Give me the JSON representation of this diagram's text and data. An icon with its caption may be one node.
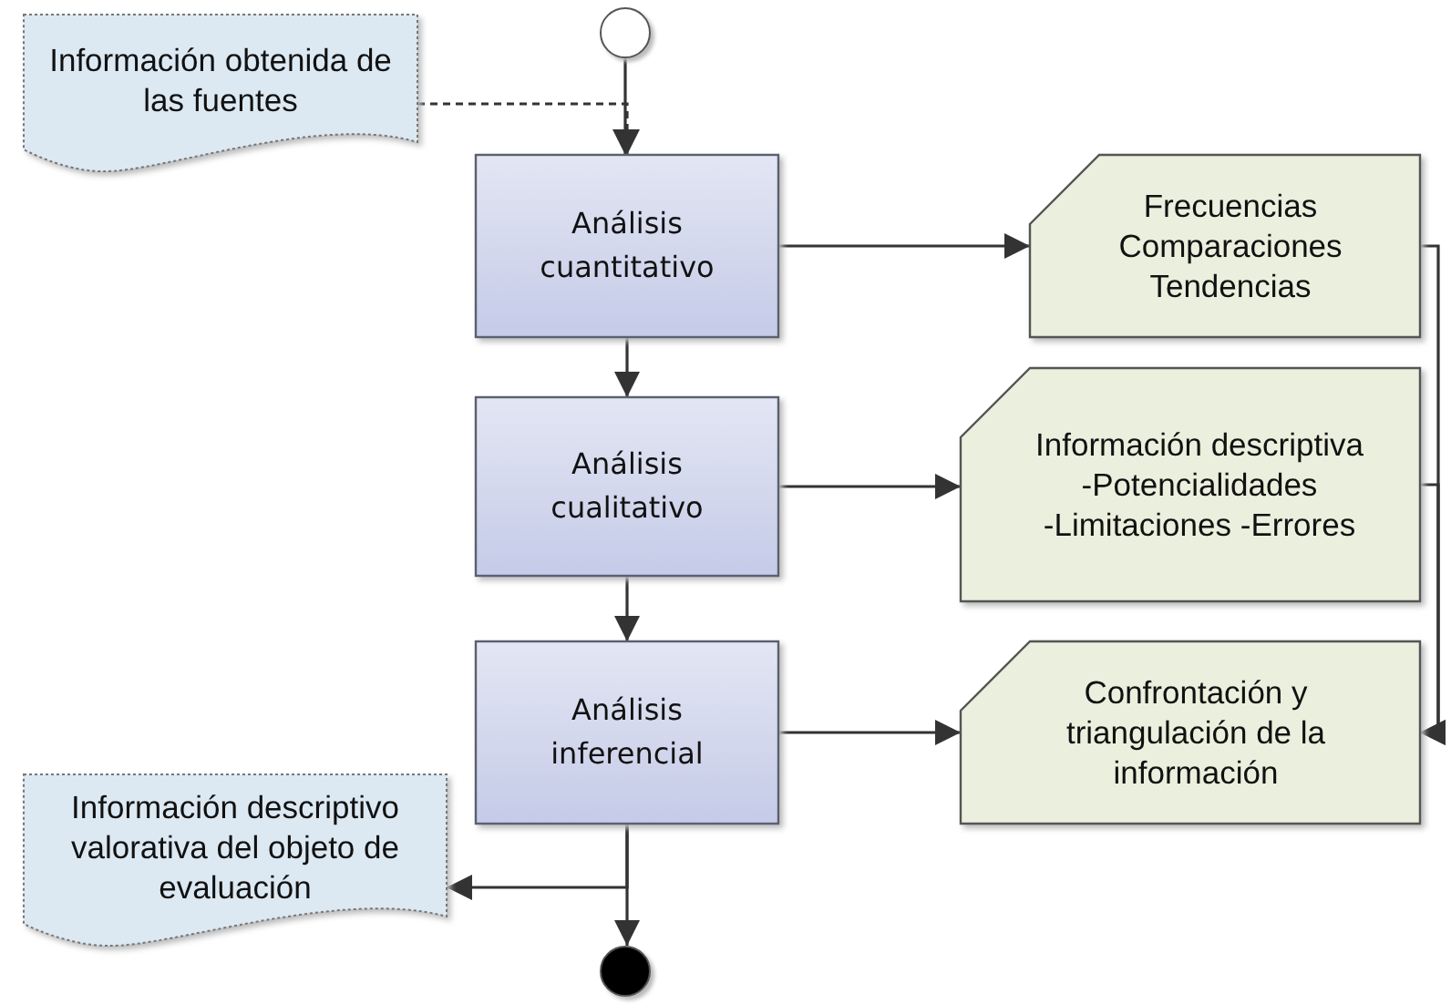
{
  "diagram": {
    "nodes": [
      {
        "text": [],
        "shape": "circle"
      },
      {
        "text": [
          "Información obtenida de las fuentes"
        ]
      },
      {
        "text": [
          "Análisis cuantitativo"
        ]
      },
      {
        "text": [
          "Frecuencias Comparaciones Tendencias"
        ]
      },
      {
        "text": [
          "Análisis cualitativo"
        ]
      },
      {
        "text": [
          "Información descriptiva -Potencialidades -Limitaciones -Errores"
        ]
      },
      {
        "text": [
          "Análisis inferencial"
        ]
      },
      {
        "text": [
          "Confrontación y triangulación de la información"
        ]
      },
      {
        "text": [
          "Información descriptivo valorativa del objeto de evaluación"
        ]
      },
      {
        "text": [],
        "shape": "circle"
      }
    ],
    "edges": [
      {
        "from": 0,
        "to": 2,
        "arrow": "to"
      },
      {
        "from": 1,
        "to": 2,
        "arrow": "to",
        "style": "dashed"
      },
      {
        "from": 2,
        "to": 3,
        "arrow": "to"
      },
      {
        "from": 2,
        "to": 4,
        "arrow": "to"
      },
      {
        "from": 4,
        "to": 5,
        "arrow": "to"
      },
      {
        "from": 4,
        "to": 6,
        "arrow": "to"
      },
      {
        "from": 6,
        "to": 7,
        "arrow": "to"
      },
      {
        "from": 3,
        "to": 7,
        "arrow": "to"
      },
      {
        "from": 5,
        "to": 7,
        "arrow": "to"
      },
      {
        "from": 6,
        "to": 8,
        "arrow": "to"
      },
      {
        "from": 6,
        "to": 9,
        "arrow": "to"
      }
    ]
  }
}
